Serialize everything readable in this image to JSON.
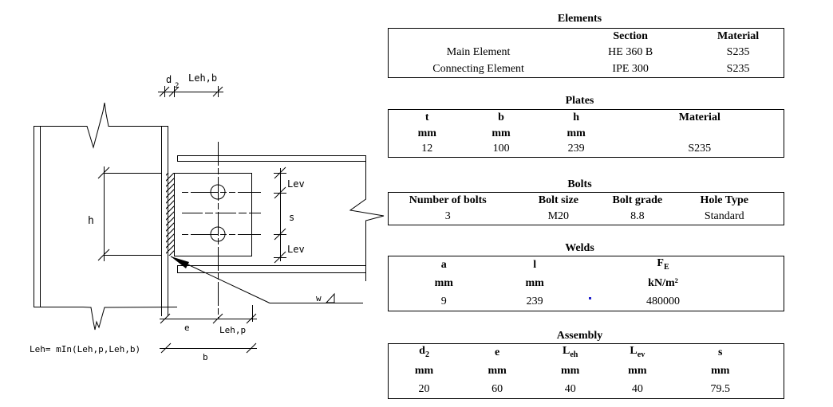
{
  "diagram": {
    "d2_base": "d",
    "d2_sub": "2",
    "lehb_label": "Leh,b",
    "h_label": "h",
    "lev_top": "Lev",
    "s_label": "s",
    "lev_bottom": "Lev",
    "e_label": "e",
    "lehp_label": "Leh,p",
    "b_label": "b",
    "weld_label": "w",
    "formula": "Leh= mIn(Leh,p,Leh,b)"
  },
  "tables": {
    "elements": {
      "title": "Elements",
      "headers": {
        "section": "Section",
        "material": "Material"
      },
      "rows": [
        {
          "name": "Main Element",
          "section": "HE 360 B",
          "material": "S235"
        },
        {
          "name": "Connecting Element",
          "section": "IPE 300",
          "material": "S235"
        }
      ]
    },
    "plates": {
      "title": "Plates",
      "headers": [
        "t",
        "b",
        "h",
        "Material"
      ],
      "units": [
        "mm",
        "mm",
        "mm",
        ""
      ],
      "values": [
        "12",
        "100",
        "239",
        "S235"
      ]
    },
    "bolts": {
      "title": "Bolts",
      "headers": [
        "Number of bolts",
        "Bolt size",
        "Bolt grade",
        "Hole Type"
      ],
      "values": [
        "3",
        "M20",
        "8.8",
        "Standard"
      ]
    },
    "welds": {
      "title": "Welds",
      "headers": [
        {
          "base": "a",
          "sub": ""
        },
        {
          "base": "l",
          "sub": ""
        },
        {
          "base": "F",
          "sub": "E"
        }
      ],
      "units": [
        "mm",
        "mm",
        "kN/m²"
      ],
      "values": [
        "9",
        "239",
        "480000"
      ]
    },
    "assembly": {
      "title": "Assembly",
      "headers": [
        {
          "base": "d",
          "sub": "2"
        },
        {
          "base": "e",
          "sub": ""
        },
        {
          "base": "L",
          "sub": "eh"
        },
        {
          "base": "L",
          "sub": "ev"
        },
        {
          "base": "s",
          "sub": ""
        }
      ],
      "units": [
        "mm",
        "mm",
        "mm",
        "mm",
        "mm"
      ],
      "values": [
        "20",
        "60",
        "40",
        "40",
        "79.5"
      ]
    }
  }
}
